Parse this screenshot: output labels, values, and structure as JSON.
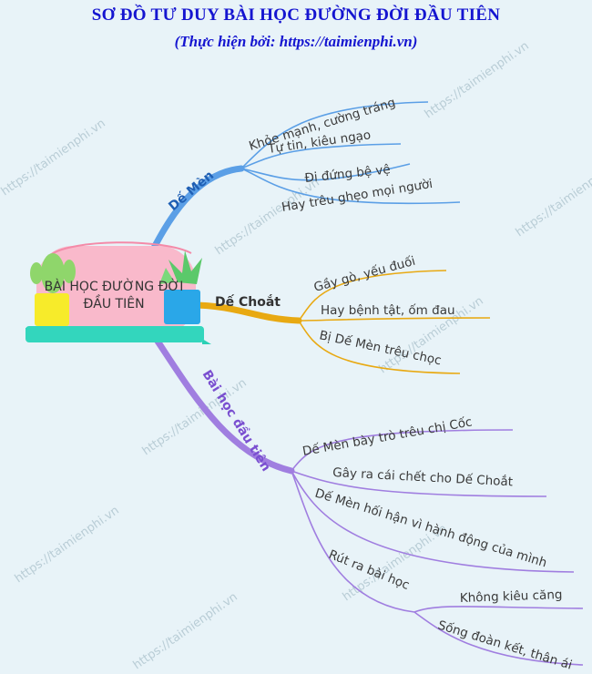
{
  "title": "SƠ ĐỒ TƯ DUY BÀI HỌC ĐƯỜNG ĐỜI ĐẦU TIÊN",
  "subtitle": "(Thực hiện bởi: https://taimienphi.vn)",
  "center": {
    "line1": "BÀI HỌC ĐƯỜNG ĐỜI",
    "line2": "ĐẦU TIÊN"
  },
  "watermark": "https://taimienphi.vn",
  "branches": {
    "de_men": {
      "label": "Dế Mèn",
      "color": "#5b9fe6",
      "items": [
        "Khỏe mạnh, cường tráng",
        "Tự tin, kiêu ngạo",
        "Đi đứng bệ vệ",
        "Hay trêu ghẹo mọi người"
      ]
    },
    "de_choat": {
      "label": "Dế Choắt",
      "color": "#e8a912",
      "items": [
        "Gầy gò, yếu đuối",
        "Hay bệnh tật, ốm đau",
        "Bị Dế Mèn trêu chọc"
      ]
    },
    "bai_hoc": {
      "label": "Bài học đầu tiên",
      "color": "#a07ee0",
      "items": [
        "Dế Mèn bày trò trêu chị Cốc",
        "Gây ra cái chết cho Dế Choắt",
        "Dế Mèn hối hận vì hành động của mình",
        "Rút ra bài học"
      ],
      "sub_items": [
        "Không kiêu căng",
        "Sống đoàn kết, thân ái"
      ]
    }
  }
}
